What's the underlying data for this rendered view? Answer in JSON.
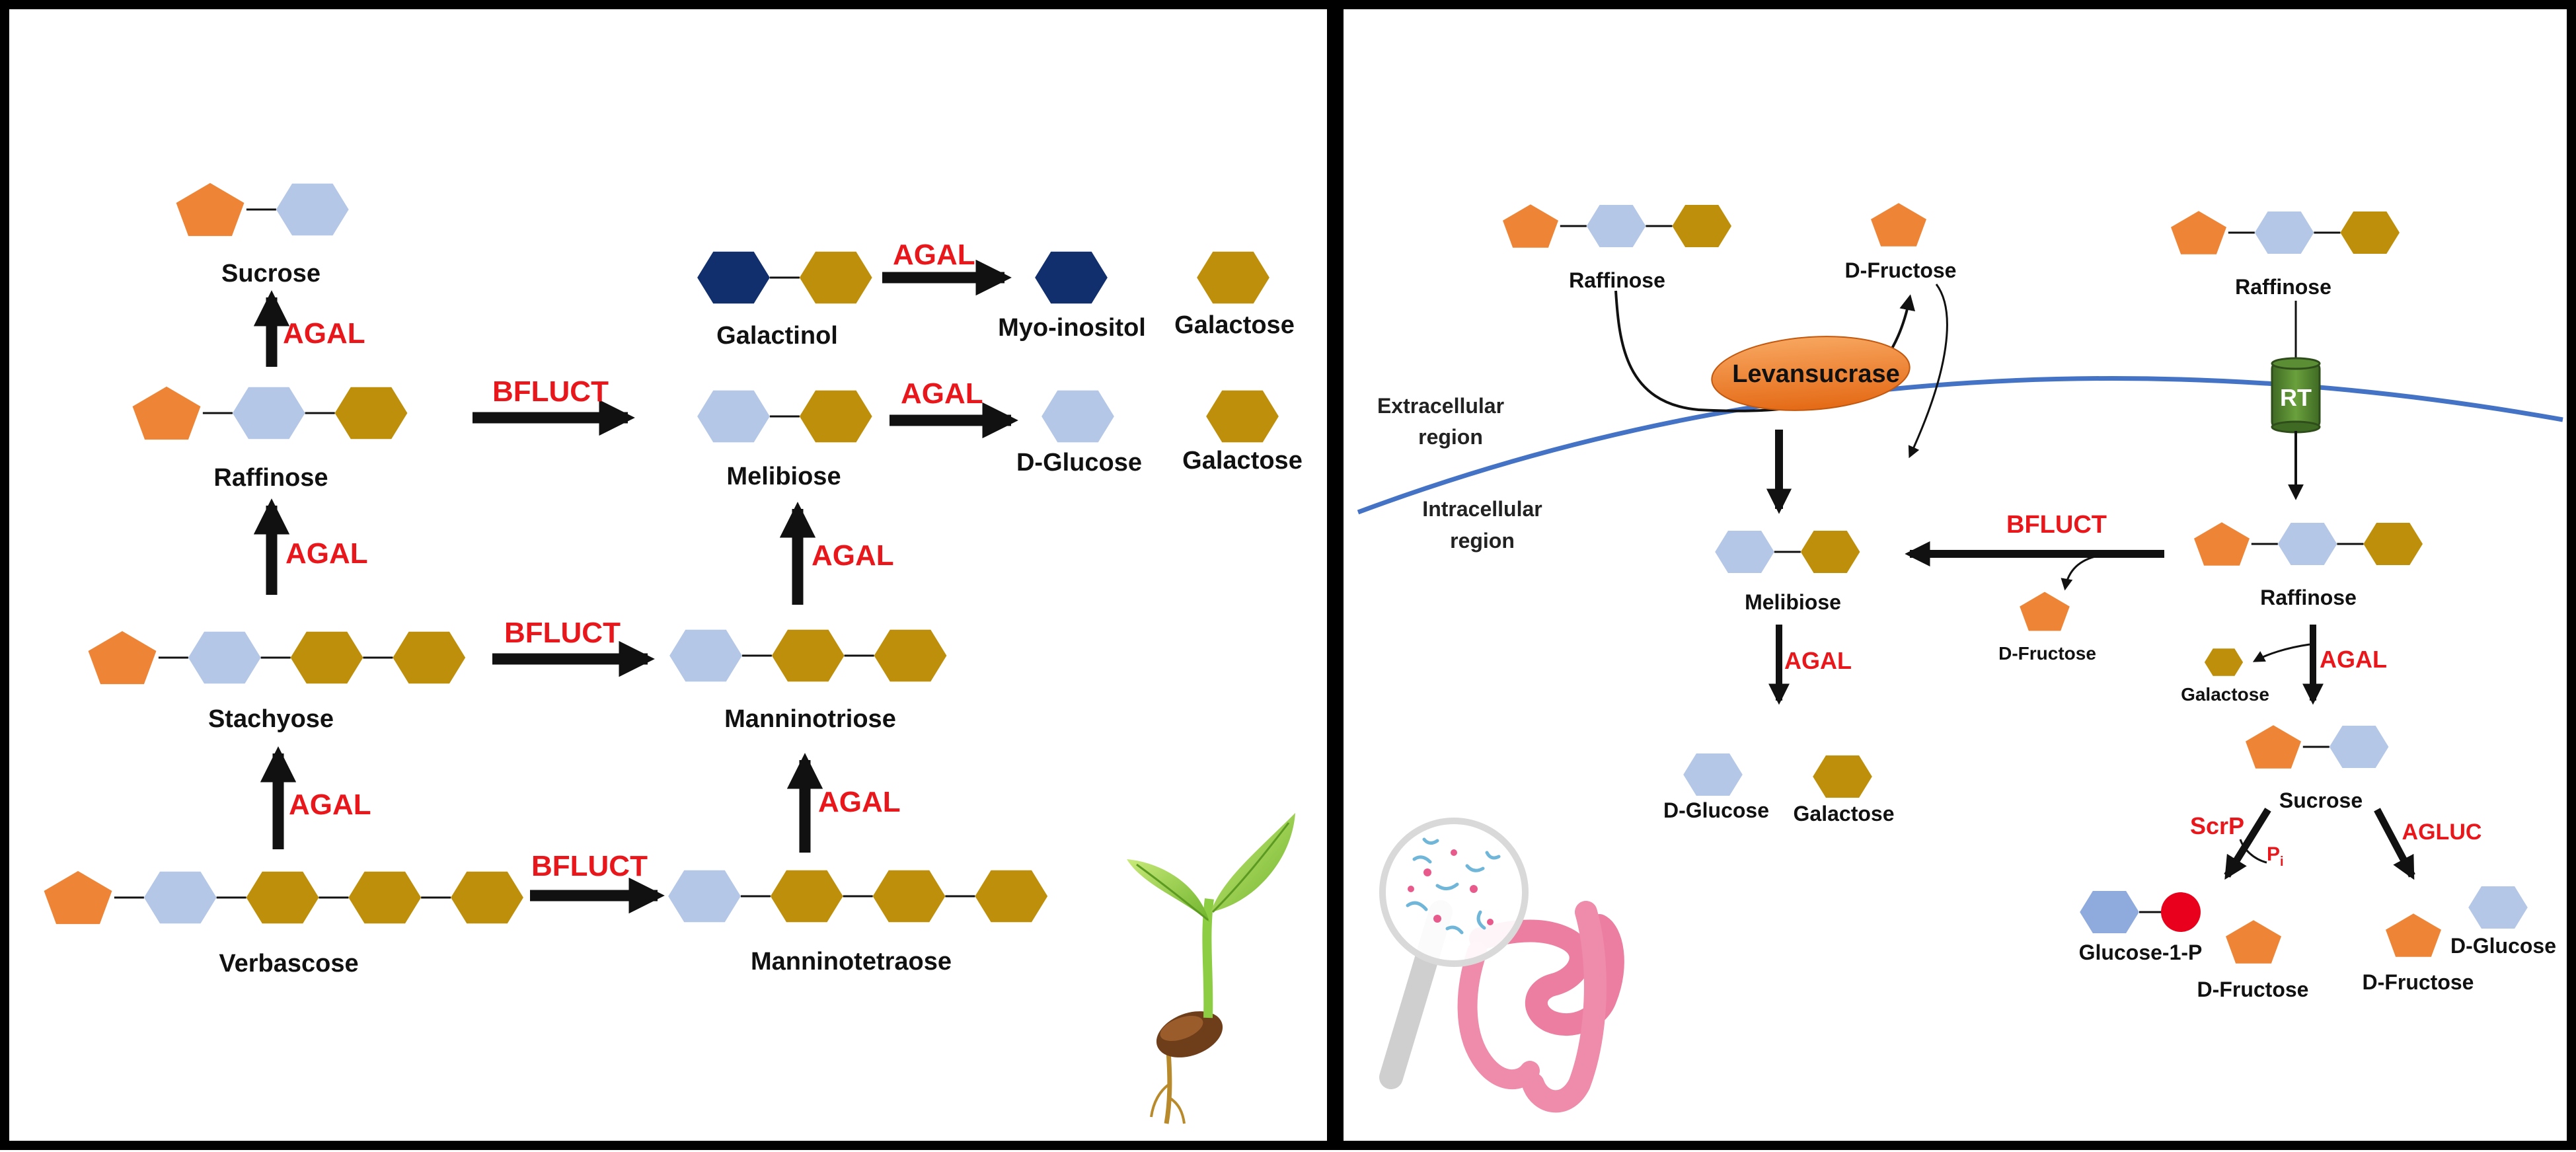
{
  "colors": {
    "fructose": "#ee8435",
    "glucose": "#b4c7e7",
    "galactose": "#be8f0a",
    "inositol": "#112f6c",
    "enzyme_text": "#e8171c",
    "membrane": "#4472c4",
    "transporter": "#548235",
    "phosphate": "#e8001c",
    "glucose_phosphate": "#8faadc"
  },
  "left_panel": {
    "sucrose": "Sucrose",
    "raffinose": "Raffinose",
    "stachyose": "Stachyose",
    "verbascose": "Verbascose",
    "galactinol": "Galactinol",
    "myo_inositol": "Myo-inositol",
    "galactose_top": "Galactose",
    "melibiose": "Melibiose",
    "d_glucose": "D-Glucose",
    "galactose_mid": "Galactose",
    "manninotriose": "Manninotriose",
    "manninotetraose": "Manninotetraose",
    "agal_1": "AGAL",
    "agal_2": "AGAL",
    "agal_3": "AGAL",
    "agal_4": "AGAL",
    "agal_5": "AGAL",
    "agal_6": "AGAL",
    "agal_7": "AGAL",
    "bfluct_1": "BFLUCT",
    "bfluct_2": "BFLUCT",
    "bfluct_3": "BFLUCT",
    "plant_icon": "seedling-icon"
  },
  "right_panel": {
    "raffinose_out": "Raffinose",
    "d_fructose_out": "D-Fructose",
    "raffinose_right": "Raffinose",
    "levansucrase": "Levansucrase",
    "rt": "RT",
    "extracellular_1": "Extracellular",
    "extracellular_2": "region",
    "intracellular_1": "Intracellular",
    "intracellular_2": "region",
    "melibiose": "Melibiose",
    "bfluct": "BFLUCT",
    "d_fructose_mid": "D-Fructose",
    "raffinose_in": "Raffinose",
    "agal_left": "AGAL",
    "agal_right": "AGAL",
    "galactose_small": "Galactose",
    "d_glucose": "D-Glucose",
    "galactose": "Galactose",
    "sucrose": "Sucrose",
    "scrp": "ScrP",
    "pi_main": "P",
    "pi_sub": "i",
    "agluc": "AGLUC",
    "glucose_1_p": "Glucose-1-P",
    "d_fructose_scrp": "D-Fructose",
    "d_fructose_agluc": "D-Fructose",
    "d_glucose_agluc": "D-Glucose",
    "gut_icon": "gut-microbiome-magnifier-icon"
  }
}
